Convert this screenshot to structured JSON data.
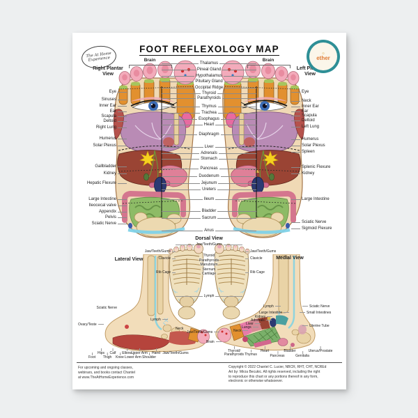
{
  "poster_title": "FOOT REFLEXOLOGY MAP",
  "logos": {
    "left_text": "The At Home\nExperience",
    "right_text": "ether",
    "right_sun_icon": "☼"
  },
  "views": {
    "right_plantar": "Right Plantar\nView",
    "left_plantar": "Left Plantar\nView",
    "dorsal": "Dorsal View",
    "lateral": "Lateral View",
    "medial": "Medial View"
  },
  "plantar": {
    "brain": "Brain",
    "left_col": [
      "Eye",
      "Sinuses",
      "Inner Ear",
      "Ear",
      "Scapula",
      "Deltoid",
      "Right Lung",
      "Humerus",
      "Solar Plexus",
      "Gallbladder",
      "Kidney",
      "Hepatic Flexure",
      "Large Intestine",
      "Ileocecal valve",
      "Appendix",
      "Pelvis",
      "Sciatic Nerve"
    ],
    "center_col": [
      "Thalamus",
      "Pineal Gland",
      "Hypothalamus",
      "Pituitary Gland",
      "Occipital Ridge",
      "Thyroid",
      "Parathyroids",
      "Thymus",
      "Trachea",
      "Esophagus",
      "Heart",
      "Diaphragm",
      "Liver",
      "Adrenals",
      "Stomach",
      "Pancreas",
      "Duodenum",
      "Jejunum",
      "Ureters",
      "Ileum",
      "Bladder",
      "Sacrum",
      "Anus"
    ],
    "right_col": [
      "Eye",
      "Neck",
      "Inner Ear",
      "Ear",
      "Scapula",
      "Deltoid",
      "Left Lung",
      "Humerus",
      "Solar Plexus",
      "Spleen",
      "Splenic Flexure",
      "Kidney",
      "Large Intestine",
      "Sciatic Nerve",
      "Sigmoid Flexure"
    ]
  },
  "dorsal_labels": {
    "jaw": "Jaw/Teeth/Gums",
    "clavicle": "Clavicle",
    "rib_cage": "Rib Cage",
    "thyroid": "Thyroid",
    "parathyroids": "Parathyroids",
    "manubrium": "Manubrium",
    "sternum": "Sternum",
    "cartilage": "Cartilage",
    "lymph": "Lymph"
  },
  "lateral_labels": {
    "sciatic_nerve": "Sciatic Nerve",
    "ovary_teste": "Ovary/Teste",
    "lymph": "Lymph",
    "neck": "Neck",
    "row1": [
      "Hips",
      "Calf",
      "Elbow",
      "Upper Arm",
      "Hand",
      "Jaw/Teeth/Gums"
    ],
    "row2": [
      "Foot",
      "Thigh",
      "Knee",
      "Lower Arm",
      "Shoulder"
    ]
  },
  "medial_labels": {
    "lymph": "Lymph",
    "large_intestine": "Large Intestine",
    "kidney": "Kidney",
    "adrenals": "Adrenals",
    "liver": "Liver",
    "lungs": "Lungs",
    "neck": "Neck",
    "jaw": "Jaw/Teeth/Gums",
    "brain": "Brain",
    "sciatic_nerve": "Sciatic Nerve",
    "small_intestines": "Small Intestines",
    "uterine_tube": "Uterine Tube",
    "thyroid_parathyroids": "Thyroid/\nParathyroids",
    "thymus": "Thymus",
    "heart": "Heart",
    "pancreas": "Pancreas",
    "bladder": "Bladder",
    "genitalia": "Genitalia",
    "uterus_prostate": "Uterus/Prostate"
  },
  "footer": {
    "left": "For upcoming and ongoing classes,\nwebinars, and books  contact Chantel\nat www.TheAtHomeExperience.com",
    "right": "Copyright  © 2022 Chantel C. Lucier, NBCR, RHT, CHT, NCREd\nArt by: Mirza Becukic.  All rights reserved, including the right\nto reproduce this chart or any portions thereof in any form,\nelectronic or otherwise whatsoever."
  },
  "colors": {
    "badge_teal": "#2e8f96",
    "skin": "#f0d9b5",
    "toe_pink": "#f3abbb",
    "metatarsal_orange": "#e2902f",
    "lung_mauve": "#b98bb5",
    "liver_red": "#9a4434",
    "intestine_green": "#8dbb66",
    "colon_pink": "#d4768e",
    "kidney_navy": "#2c3a72",
    "solar_yellow": "#f6d11f",
    "sciatic_blue": "#7fd2e8"
  }
}
